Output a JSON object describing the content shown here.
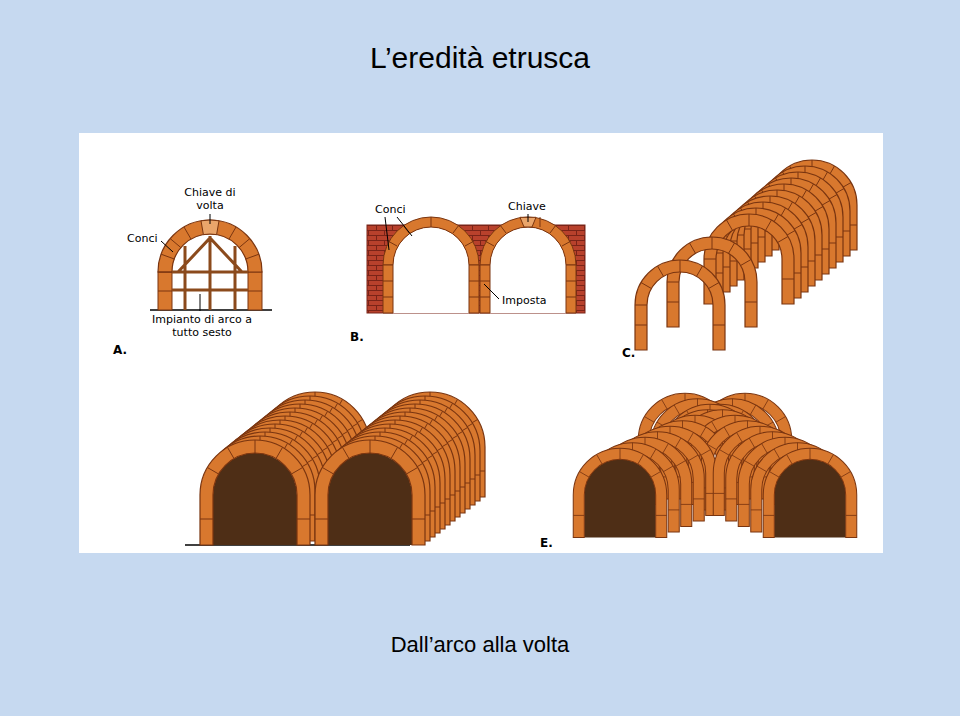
{
  "diagram": {
    "title": "L’eredità etrusca",
    "caption": "Dall’arco alla volta",
    "labels": [
      "Chiave di volta",
      "Conci",
      "Impianto di arco a tutto sesto",
      "A.",
      "Conci",
      "Chiave",
      "Imposta",
      "B.",
      "C.",
      "E."
    ]
  }
}
